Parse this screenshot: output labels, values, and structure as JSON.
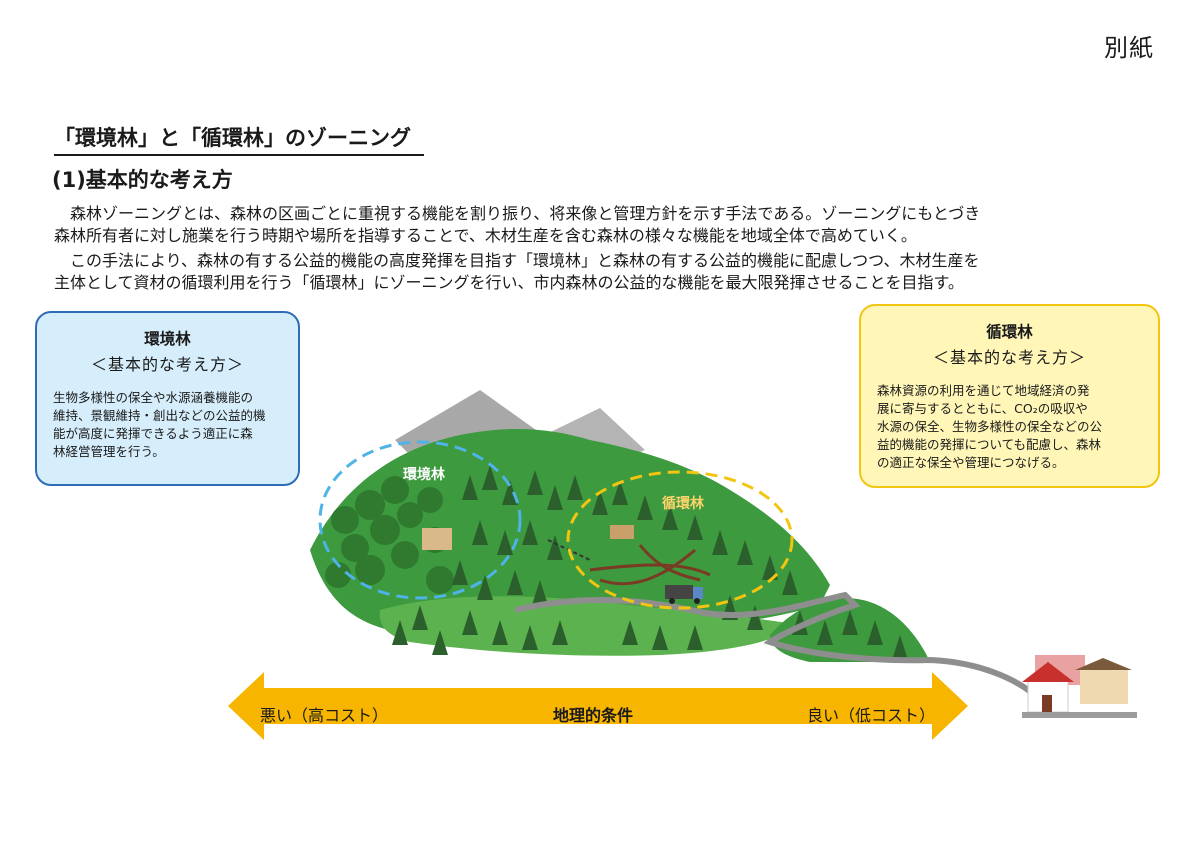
{
  "corner_label": "別紙",
  "title": "「環境林」と「循環林」のゾーニング",
  "section_heading": "(1)基本的な考え方",
  "intro": {
    "para1_line1": "森林ゾーニングとは、森林の区画ごとに重視する機能を割り振り、将来像と管理方針を示す手法である。ゾーニングにもとづき",
    "para1_line2": "森林所有者に対し施業を行う時期や場所を指導することで、木材生産を含む森林の様々な機能を地域全体で高めていく。",
    "para2_line1": "この手法により、森林の有する公益的機能の高度発揮を目指す「環境林」と森林の有する公益的機能に配慮しつつ、木材生産を",
    "para2_line2": "主体として資材の循環利用を行う「循環林」にゾーニングを行い、市内森林の公益的な機能を最大限発揮させることを目指す。"
  },
  "env_box": {
    "title": "環境林",
    "subtitle": "＜基本的な考え方＞",
    "body": [
      "生物多様性の保全や水源涵養機能の",
      "維持、景観維持・創出などの公益的機",
      "能が高度に発揮できるよう適正に森",
      "林経営管理を行う。"
    ]
  },
  "cyc_box": {
    "title": "循環林",
    "subtitle": "＜基本的な考え方＞",
    "body": [
      "森林資源の利用を通じて地域経済の発",
      "展に寄与するとともに、CO₂の吸収や",
      "水源の保全、生物多様性の保全などの公",
      "益的機能の発揮についても配慮し、森林",
      "の適正な保全や管理につなげる。"
    ]
  },
  "illustration": {
    "env_label": "環境林",
    "cyc_label": "循環林"
  },
  "arrow": {
    "left_label": "悪い（高コスト）",
    "center_label": "地理的条件",
    "right_label": "良い（低コスト）",
    "color": "#f7b500"
  },
  "colors": {
    "env_box_bg": "#d6eefb",
    "env_box_border": "#2e6db5",
    "cyc_box_bg": "#fff6b8",
    "cyc_box_border": "#f2c510",
    "forest_green": "#3d9a3f",
    "dark_tree": "#2b5f2c"
  }
}
